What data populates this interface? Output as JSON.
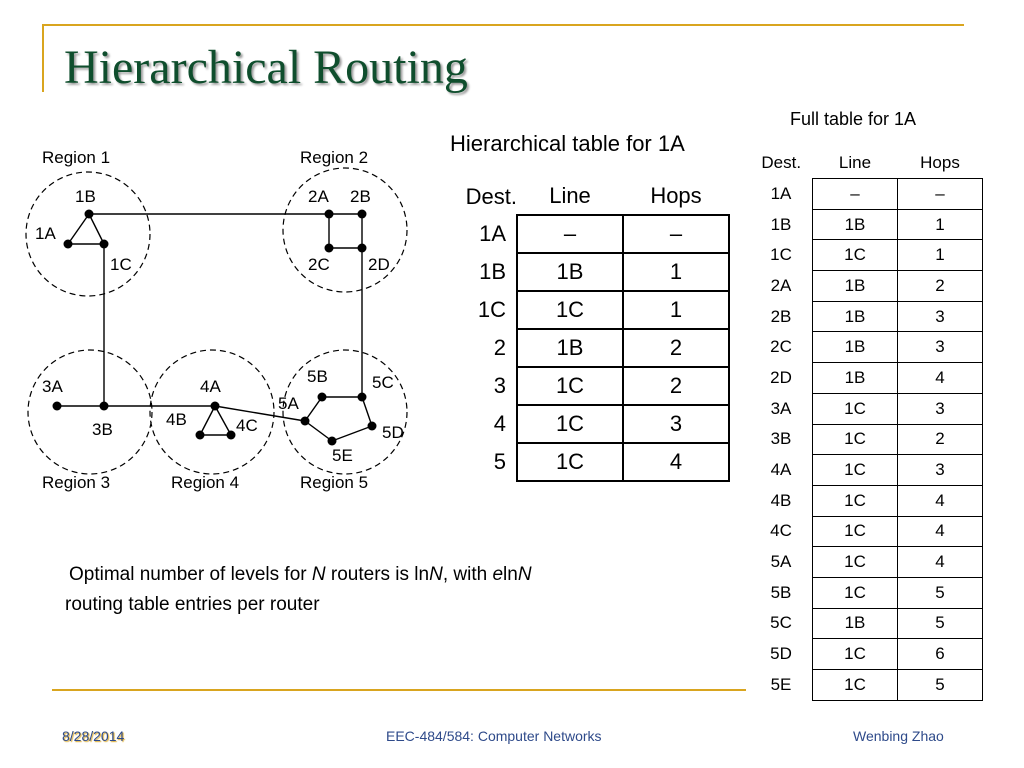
{
  "title": "Hierarchical Routing",
  "diagram": {
    "regions": [
      "Region 1",
      "Region 2",
      "Region 3",
      "Region 4",
      "Region 5"
    ],
    "routers": [
      "1A",
      "1B",
      "1C",
      "2A",
      "2B",
      "2C",
      "2D",
      "3A",
      "3B",
      "4A",
      "4B",
      "4C",
      "5A",
      "5B",
      "5C",
      "5D",
      "5E"
    ]
  },
  "hierarchical": {
    "title": "Hierarchical table for 1A",
    "headers": [
      "Dest.",
      "Line",
      "Hops"
    ],
    "rows": [
      {
        "dest": "1A",
        "line": "–",
        "hops": "–"
      },
      {
        "dest": "1B",
        "line": "1B",
        "hops": "1"
      },
      {
        "dest": "1C",
        "line": "1C",
        "hops": "1"
      },
      {
        "dest": "2",
        "line": "1B",
        "hops": "2"
      },
      {
        "dest": "3",
        "line": "1C",
        "hops": "2"
      },
      {
        "dest": "4",
        "line": "1C",
        "hops": "3"
      },
      {
        "dest": "5",
        "line": "1C",
        "hops": "4"
      }
    ]
  },
  "full": {
    "title": "Full table for 1A",
    "headers": [
      "Dest.",
      "Line",
      "Hops"
    ],
    "rows": [
      {
        "dest": "1A",
        "line": "–",
        "hops": "–"
      },
      {
        "dest": "1B",
        "line": "1B",
        "hops": "1"
      },
      {
        "dest": "1C",
        "line": "1C",
        "hops": "1"
      },
      {
        "dest": "2A",
        "line": "1B",
        "hops": "2"
      },
      {
        "dest": "2B",
        "line": "1B",
        "hops": "3"
      },
      {
        "dest": "2C",
        "line": "1B",
        "hops": "3"
      },
      {
        "dest": "2D",
        "line": "1B",
        "hops": "4"
      },
      {
        "dest": "3A",
        "line": "1C",
        "hops": "3"
      },
      {
        "dest": "3B",
        "line": "1C",
        "hops": "2"
      },
      {
        "dest": "4A",
        "line": "1C",
        "hops": "3"
      },
      {
        "dest": "4B",
        "line": "1C",
        "hops": "4"
      },
      {
        "dest": "4C",
        "line": "1C",
        "hops": "4"
      },
      {
        "dest": "5A",
        "line": "1C",
        "hops": "4"
      },
      {
        "dest": "5B",
        "line": "1C",
        "hops": "5"
      },
      {
        "dest": "5C",
        "line": "1B",
        "hops": "5"
      },
      {
        "dest": "5D",
        "line": "1C",
        "hops": "6"
      },
      {
        "dest": "5E",
        "line": "1C",
        "hops": "5"
      }
    ]
  },
  "note": {
    "p1": "Optimal number of levels for ",
    "n1": "N",
    "p2": " routers is ln",
    "n2": "N",
    "p3": ", with ",
    "e": "e",
    "p4": "ln",
    "n3": "N",
    "p5": " routing table entries per router"
  },
  "footer": {
    "date": "8/28/2014",
    "course": "EEC-484/584: Computer Networks",
    "author": "Wenbing Zhao"
  },
  "colors": {
    "title": "#0f4e2d",
    "accent_line": "#d9a51f",
    "footer_text": "#2e4a8a"
  }
}
